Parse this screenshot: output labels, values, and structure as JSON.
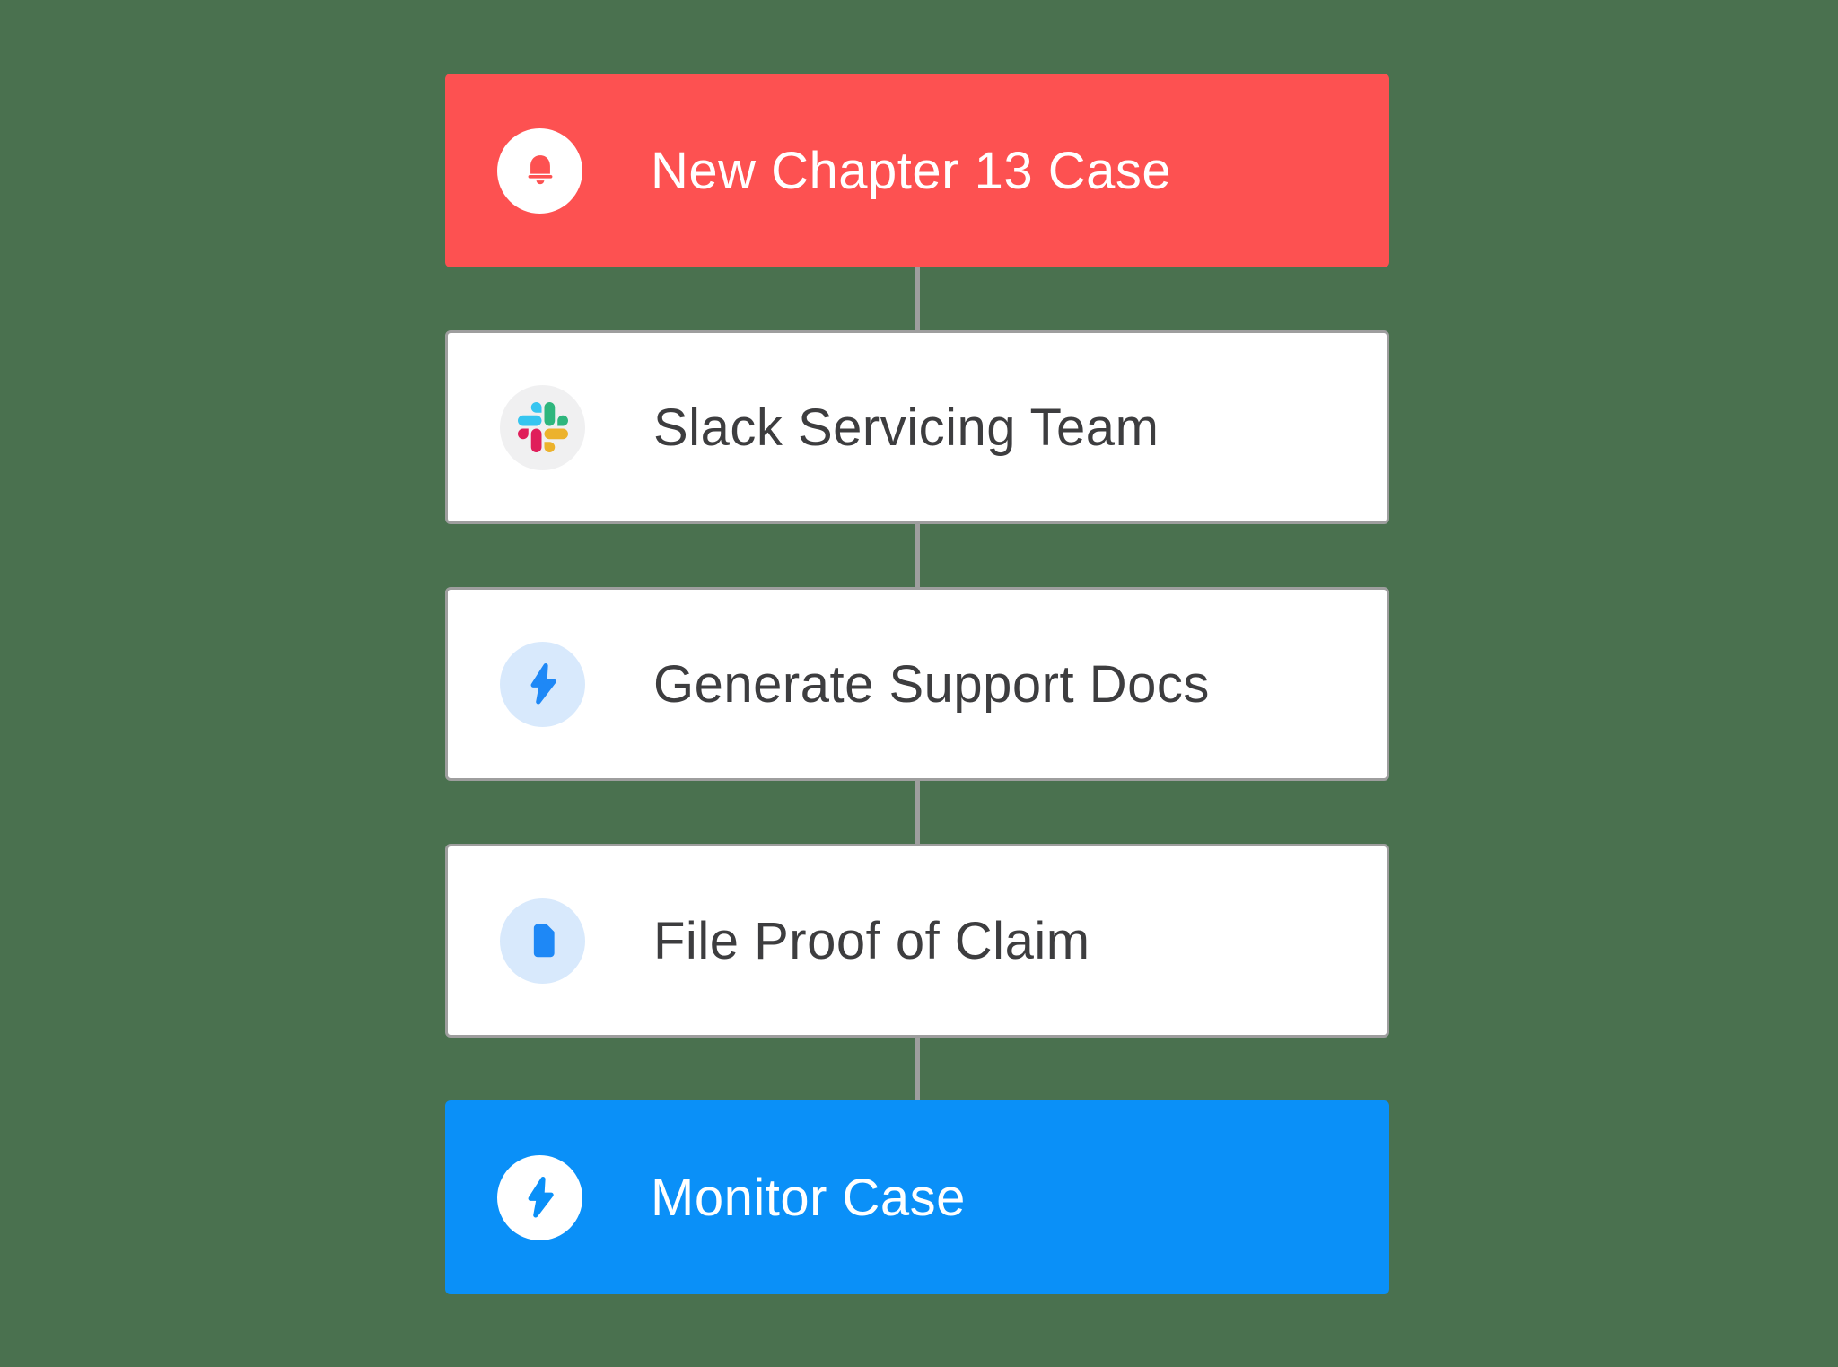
{
  "workflow": {
    "steps": [
      {
        "label": "New Chapter 13 Case",
        "icon": "bell-icon",
        "variant": "red",
        "card_color": "#FD5151",
        "icon_circle_color": "#FFFFFF",
        "icon_glyph_color": "#FD5151",
        "text_color": "#FFFFFF"
      },
      {
        "label": "Slack Servicing Team",
        "icon": "slack-icon",
        "variant": "white",
        "card_color": "#FFFFFF",
        "icon_circle_color": "#F0F0F1",
        "slack_colors": {
          "blue": "#36C5F0",
          "green": "#2EB67D",
          "red": "#E01E5A",
          "yellow": "#ECB22C"
        },
        "text_color": "#3D3D3F"
      },
      {
        "label": "Generate Support Docs",
        "icon": "bolt-icon",
        "variant": "white",
        "card_color": "#FFFFFF",
        "icon_circle_color": "#D8E9FC",
        "icon_glyph_color": "#1E88F6",
        "text_color": "#3D3D3F"
      },
      {
        "label": "File Proof of Claim",
        "icon": "document-icon",
        "variant": "white",
        "card_color": "#FFFFFF",
        "icon_circle_color": "#D8E9FC",
        "icon_glyph_color": "#1E88F6",
        "text_color": "#3D3D3F"
      },
      {
        "label": "Monitor Case",
        "icon": "bolt-icon",
        "variant": "blue",
        "card_color": "#0A90F8",
        "icon_circle_color": "#FFFFFF",
        "icon_glyph_color": "#0A90F8",
        "text_color": "#FFFFFF"
      }
    ],
    "connector_color": "#9E9E9E",
    "white_card_border_color": "#9E9E9E",
    "background_color": "#4A714F"
  }
}
